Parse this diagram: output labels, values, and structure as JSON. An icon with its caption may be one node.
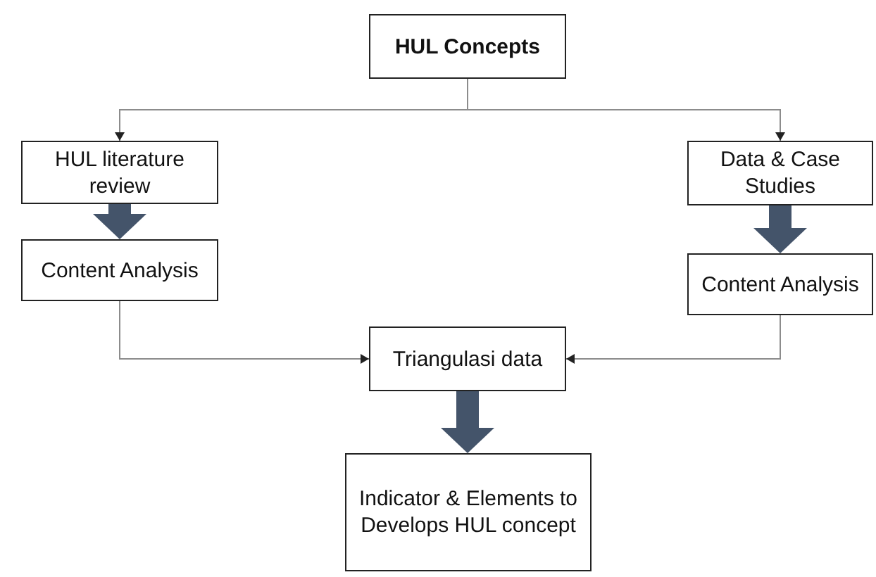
{
  "diagram": {
    "nodes": [
      {
        "text": [
          "HUL Concepts"
        ]
      },
      {
        "text": [
          "HUL literature review"
        ]
      },
      {
        "text": [
          "Content Analysis"
        ]
      },
      {
        "text": [
          "Data & Case Studies"
        ]
      },
      {
        "text": [
          "Content Analysis"
        ]
      },
      {
        "text": [
          "Triangulasi data"
        ]
      },
      {
        "text": [
          "Indicator & Elements to Develops HUL concept"
        ]
      }
    ],
    "edges": [
      {
        "from": 0,
        "to": 1,
        "arrow": "to"
      },
      {
        "from": 0,
        "to": 3,
        "arrow": "to"
      },
      {
        "from": 1,
        "to": 2,
        "arrow": "to",
        "style": "thick",
        "color": "#44546a"
      },
      {
        "from": 3,
        "to": 4,
        "arrow": "to",
        "style": "thick",
        "color": "#44546a"
      },
      {
        "from": 2,
        "to": 5,
        "arrow": "to"
      },
      {
        "from": 4,
        "to": 5,
        "arrow": "to"
      },
      {
        "from": 5,
        "to": 6,
        "arrow": "to",
        "style": "thick",
        "color": "#44546a"
      }
    ]
  }
}
